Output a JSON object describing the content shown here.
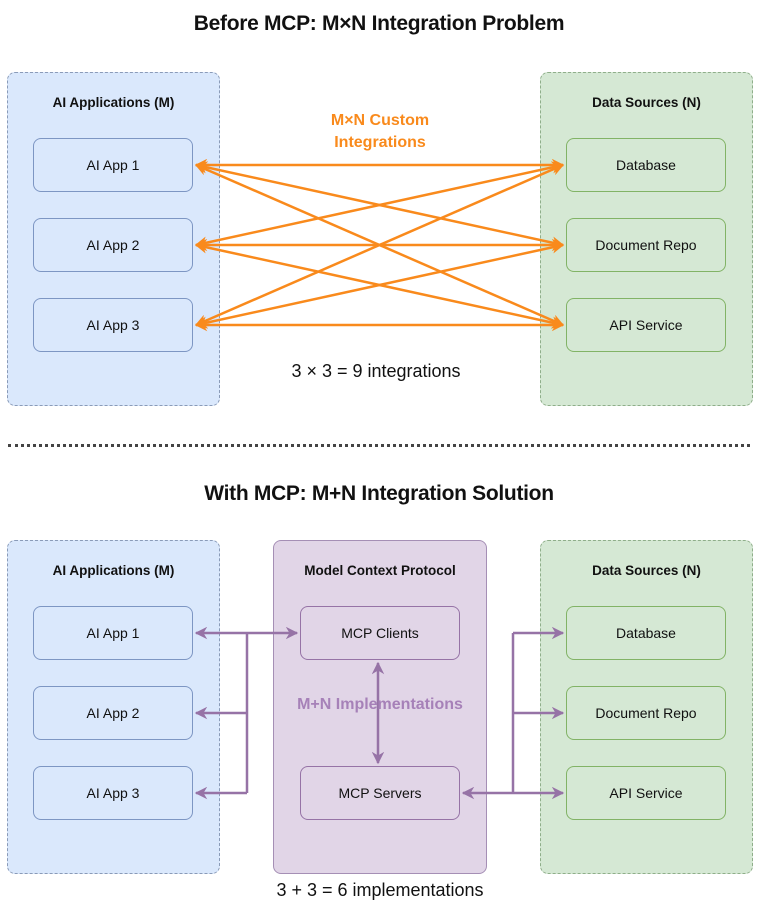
{
  "top": {
    "title": "Before MCP: M×N Integration Problem",
    "apps_group": {
      "title": "AI Applications (M)",
      "items": [
        "AI App 1",
        "AI App 2",
        "AI App 3"
      ]
    },
    "sources_group": {
      "title": "Data Sources (N)",
      "items": [
        "Database",
        "Document Repo",
        "API Service"
      ]
    },
    "connector_label_line1": "M×N Custom",
    "connector_label_line2": "Integrations",
    "formula": "3 × 3 = 9 integrations",
    "connector_color": "#f98a1c"
  },
  "bottom": {
    "title": "With MCP: M+N Integration Solution",
    "apps_group": {
      "title": "AI Applications (M)",
      "items": [
        "AI App 1",
        "AI App 2",
        "AI App 3"
      ]
    },
    "protocol_group": {
      "title": "Model Context Protocol",
      "clients": "MCP Clients",
      "servers": "MCP Servers"
    },
    "sources_group": {
      "title": "Data Sources (N)",
      "items": [
        "Database",
        "Document Repo",
        "API Service"
      ]
    },
    "implementations_label": "M+N Implementations",
    "formula": "3 + 3 = 6 implementations",
    "connector_color": "#9673a6"
  }
}
